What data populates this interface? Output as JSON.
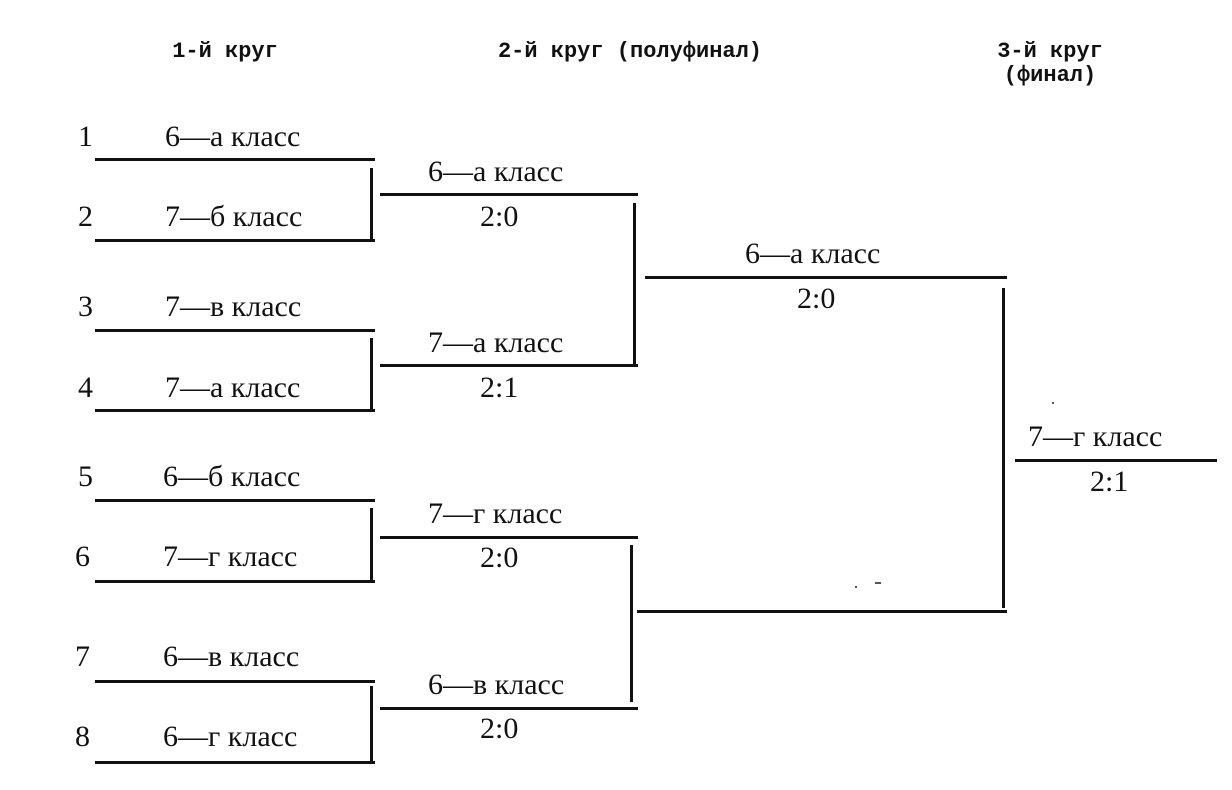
{
  "headers": {
    "round1": "1-й круг",
    "round2": "2-й круг (полуфинал)",
    "round3_line1": "3-й круг",
    "round3_line2": "(финал)"
  },
  "round1": [
    {
      "num": "1",
      "team": "6—а класс"
    },
    {
      "num": "2",
      "team": "7—б класс"
    },
    {
      "num": "3",
      "team": "7—в класс"
    },
    {
      "num": "4",
      "team": "7—а класс"
    },
    {
      "num": "5",
      "team": "6—б класс"
    },
    {
      "num": "6",
      "team": "7—г класс"
    },
    {
      "num": "7",
      "team": "6—в класс"
    },
    {
      "num": "8",
      "team": "6—г класс"
    }
  ],
  "round2": [
    {
      "team": "6—а класс",
      "score": "2:0"
    },
    {
      "team": "7—а класс",
      "score": "2:1"
    },
    {
      "team": "7—г класс",
      "score": "2:0"
    },
    {
      "team": "6—в класс",
      "score": "2:0"
    }
  ],
  "round3": [
    {
      "team": "6—а класс",
      "score": "2:0"
    }
  ],
  "final": {
    "team": "7—г класс",
    "score": "2:1"
  }
}
